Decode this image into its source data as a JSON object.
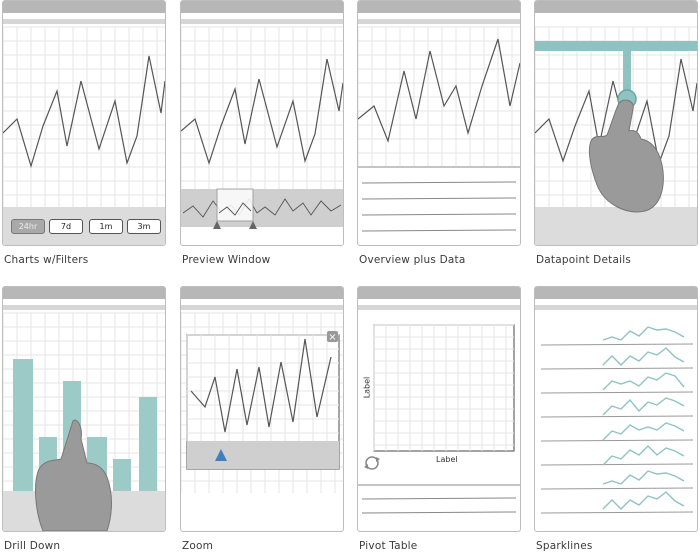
{
  "panels": [
    {
      "id": "charts-filters",
      "caption": "Charts w/Filters"
    },
    {
      "id": "preview-window",
      "caption": "Preview Window"
    },
    {
      "id": "overview-data",
      "caption": "Overview plus Data"
    },
    {
      "id": "datapoint-details",
      "caption": "Datapoint Details"
    },
    {
      "id": "drill-down",
      "caption": "Drill Down"
    },
    {
      "id": "zoom",
      "caption": "Zoom"
    },
    {
      "id": "pivot-table",
      "caption": "Pivot Table"
    },
    {
      "id": "sparklines",
      "caption": "Sparklines"
    }
  ],
  "filters": [
    "24hr",
    "7d",
    "1m",
    "3m"
  ],
  "active_filter": "24hr",
  "pivot": {
    "y_label": "Label",
    "x_label": "Label"
  },
  "colors": {
    "accent": "#8fc3c2",
    "bar": "#9ccac6",
    "hand": "#9a9a9a",
    "line": "#555555"
  }
}
